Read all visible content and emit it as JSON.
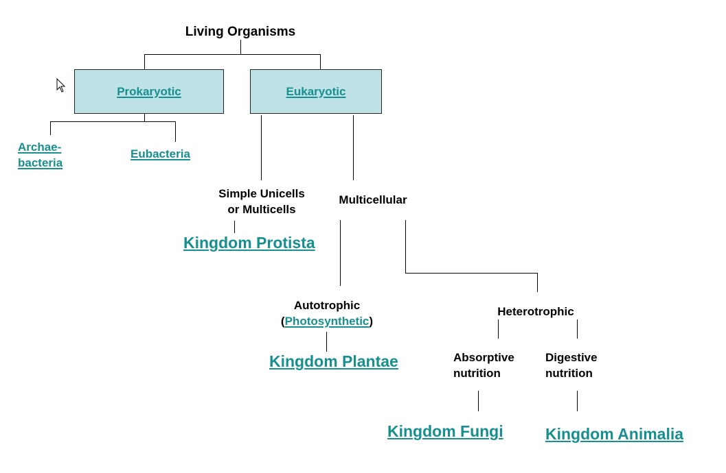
{
  "title": "Living Organisms",
  "colors": {
    "link": "#168f8f",
    "box_fill": "#bfe2e6",
    "line": "#000000"
  },
  "nodes": {
    "prokaryotic": "Prokaryotic",
    "eukaryotic": "Eukaryotic",
    "archaebacteria_line1": "Archae-",
    "archaebacteria_line2": "bacteria",
    "eubacteria": "Eubacteria",
    "simple_line1": "Simple Unicells",
    "simple_line2": "or Multicells",
    "multicellular": "Multicellular",
    "protista": "Kingdom Protista",
    "autotrophic": "Autotrophic",
    "photosynthetic_open": "(",
    "photosynthetic": "Photosynthetic",
    "photosynthetic_close": ")",
    "plantae": "Kingdom Plantae",
    "heterotrophic": "Heterotrophic",
    "absorptive_line1": "Absorptive",
    "absorptive_line2": "nutrition",
    "digestive_line1": "Digestive",
    "digestive_line2": "nutrition",
    "fungi": "Kingdom Fungi",
    "animalia": "Kingdom Animalia"
  },
  "icons": {
    "cursor": "mouse-pointer-icon"
  }
}
